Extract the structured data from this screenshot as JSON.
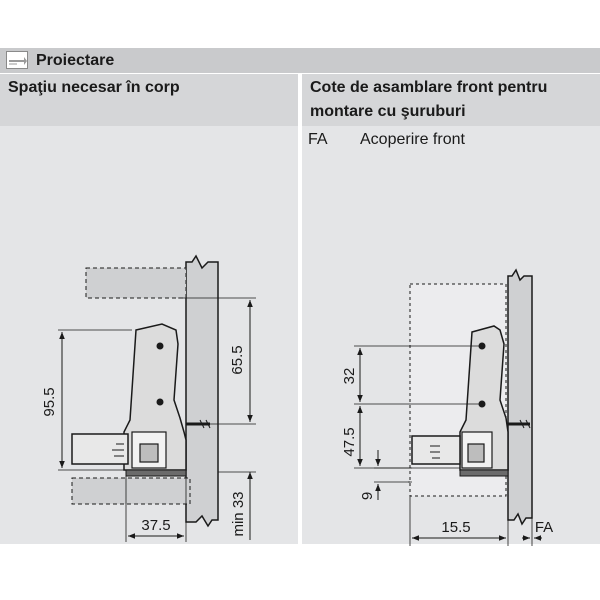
{
  "header": {
    "title": "Proiectare"
  },
  "left_panel": {
    "heading": "Spaţiu necesar în corp",
    "dims": {
      "d1": "95.5",
      "d2": "65.5",
      "d3": "37.5",
      "d4": "min 33"
    }
  },
  "right_panel": {
    "heading_line1": "Cote de asamblare front pentru",
    "heading_line2": "montare cu şuruburi",
    "legend": {
      "code": "FA",
      "desc": "Acoperire front"
    },
    "dims": {
      "d1": "32",
      "d2": "47.5",
      "d3": "9",
      "d4": "15.5",
      "d5": "FA"
    }
  }
}
